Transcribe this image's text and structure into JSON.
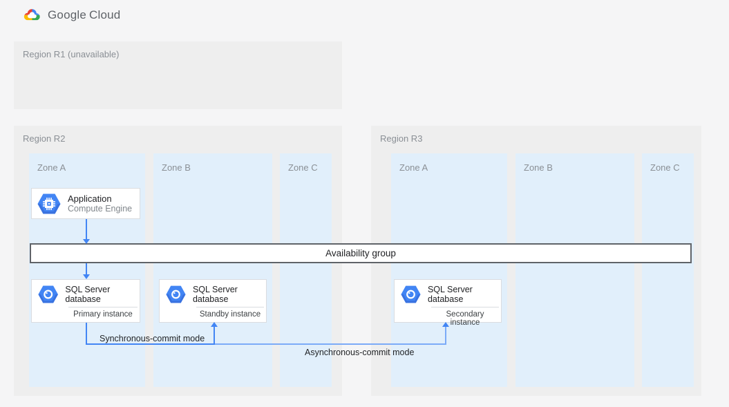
{
  "header": {
    "brand_google": "Google",
    "brand_cloud": "Cloud"
  },
  "regions": {
    "r1": {
      "label": "Region R1 (unavailable)"
    },
    "r2": {
      "label": "Region R2",
      "zones": [
        "Zone A",
        "Zone B",
        "Zone C"
      ]
    },
    "r3": {
      "label": "Region R3",
      "zones": [
        "Zone A",
        "Zone B",
        "Zone C"
      ]
    }
  },
  "nodes": {
    "application": {
      "title": "Application",
      "subtitle": "Compute Engine"
    },
    "availability_group": {
      "label": "Availability group"
    },
    "sql_primary": {
      "title": "SQL Server database",
      "instance": "Primary instance"
    },
    "sql_standby": {
      "title": "SQL Server database",
      "instance": "Standby instance"
    },
    "sql_secondary": {
      "title": "SQL Server database",
      "instance": "Secondary instance"
    }
  },
  "connections": {
    "sync_label": "Synchronous-commit mode",
    "async_label": "Asynchronous-commit mode"
  },
  "colors": {
    "arrow_blue": "#4285F4",
    "async_line_blue": "#7BAAF7",
    "icon_hexagon_blue": "#4285F4",
    "zone_fill": "#E1EFFB",
    "region_fill": "#EEEEEE",
    "brand_red": "#EA4335",
    "brand_blue": "#4285F4",
    "brand_yellow": "#FBBC04",
    "brand_green": "#34A853"
  }
}
